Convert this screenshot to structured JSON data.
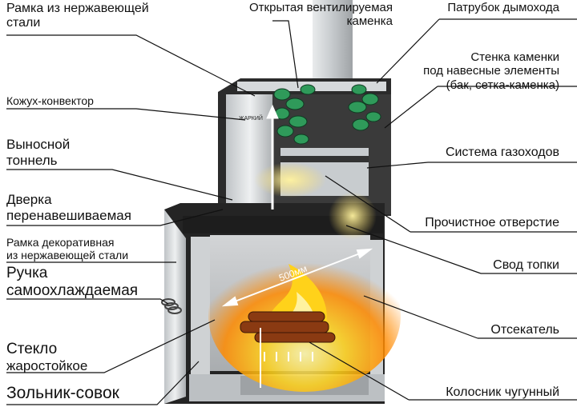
{
  "labels": {
    "frame_stainless": [
      "Рамка из нержавеющей",
      "стали"
    ],
    "open_ventilated": [
      "Открытая вентилируемая",
      "каменка"
    ],
    "chimney_pipe": "Патрубок дымохода",
    "stone_wall": [
      "Стенка каменки",
      "под навесные элементы",
      "(бак, сетка-каменка)"
    ],
    "casing_convector": "Кожух-конвектор",
    "remote_tunnel": [
      "Выносной",
      "тоннель"
    ],
    "gas_duct_system": "Система газоходов",
    "door_rehang": [
      "Дверка",
      "перенавешиваемая"
    ],
    "cleaning_hole": "Прочистное отверстие",
    "decor_frame": [
      "Рамка декоративная",
      "из нержавеющей стали"
    ],
    "firebox_vault": "Свод топки",
    "handle": [
      "Ручка",
      "самоохлаждаемая"
    ],
    "cutoff": "Отсекатель",
    "glass": [
      "Стекло",
      "жаростойкое"
    ],
    "ash_pan": "Зольник-совок",
    "grate": "Колосник чугунный"
  },
  "dimension": "500мм",
  "brand": "ЖАРКИЙ",
  "colors": {
    "stone_green": "#2f9a5a",
    "flame_yellow": "#ffd21a",
    "flame_orange": "#ff7a00",
    "steel_light": "#d9dcde",
    "steel_dark": "#2a2a2a",
    "glass_tint": "#cfd3d6"
  }
}
